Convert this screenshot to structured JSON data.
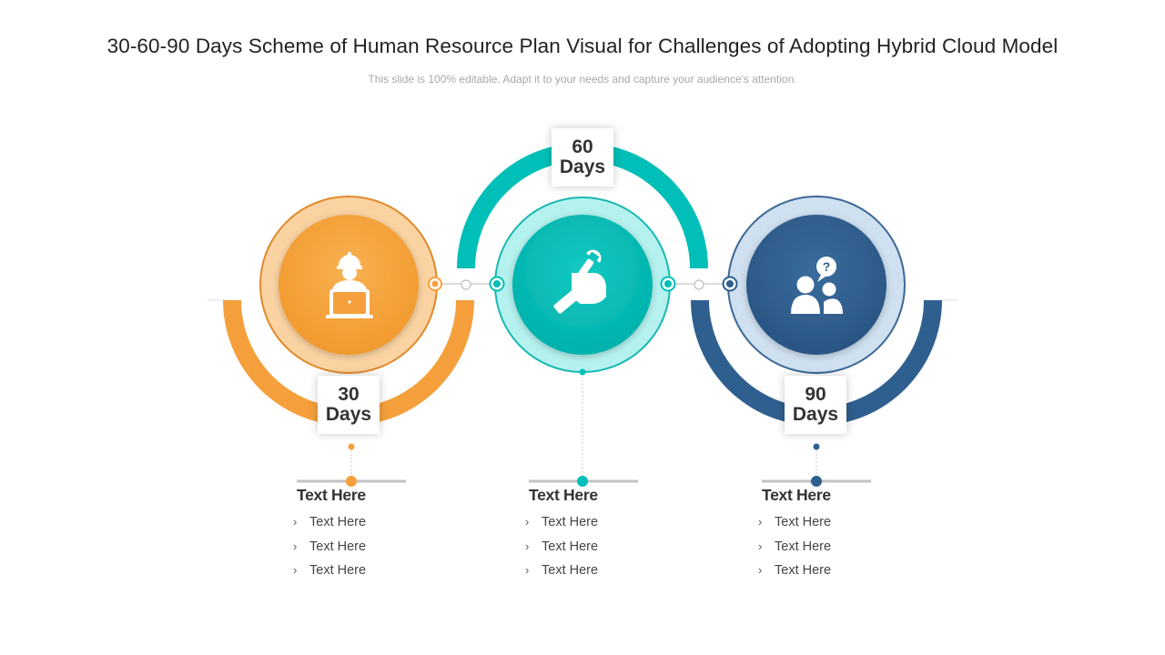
{
  "header": {
    "title": "30-60-90 Days Scheme of Human Resource Plan Visual for Challenges of Adopting Hybrid Cloud Model",
    "subtitle": "This slide is 100% editable. Adapt it to your needs and capture your audience's attention."
  },
  "stages": [
    {
      "line1": "30",
      "line2": "Days",
      "color": "#F5A03C",
      "icon": "worker-laptop-icon"
    },
    {
      "line1": "60",
      "line2": "Days",
      "color": "#00BFB8",
      "icon": "hand-wrench-icon"
    },
    {
      "line1": "90",
      "line2": "Days",
      "color": "#2F5F8F",
      "icon": "people-question-icon"
    }
  ],
  "columns": [
    {
      "heading": "Text Here",
      "items": [
        "Text Here",
        "Text Here",
        "Text Here"
      ]
    },
    {
      "heading": "Text Here",
      "items": [
        "Text Here",
        "Text Here",
        "Text Here"
      ]
    },
    {
      "heading": "Text Here",
      "items": [
        "Text Here",
        "Text Here",
        "Text Here"
      ]
    }
  ],
  "bullet_glyph": "›"
}
